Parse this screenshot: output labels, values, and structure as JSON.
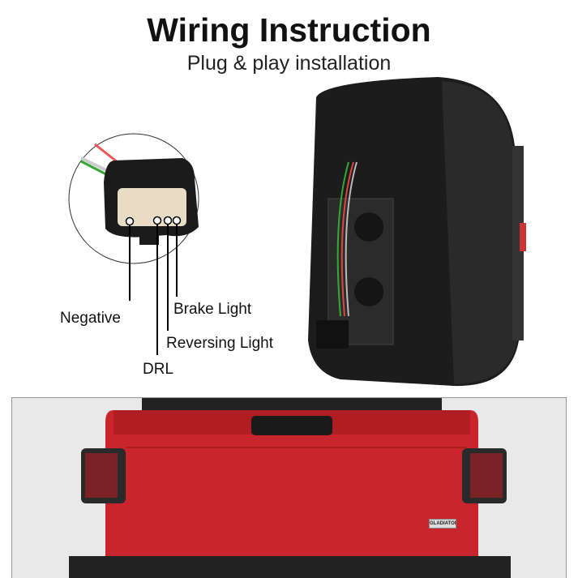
{
  "header": {
    "title": "Wiring Instruction",
    "subtitle": "Plug & play installation"
  },
  "pins": {
    "negative": "Negative",
    "drl": "DRL",
    "reversing": "Reversing Light",
    "brake": "Brake Light"
  },
  "badge": "GLADIATOR",
  "colors": {
    "truck_red": "#c8262c",
    "housing": "#1c1c1c",
    "connector_face": "#e8dcc4"
  }
}
